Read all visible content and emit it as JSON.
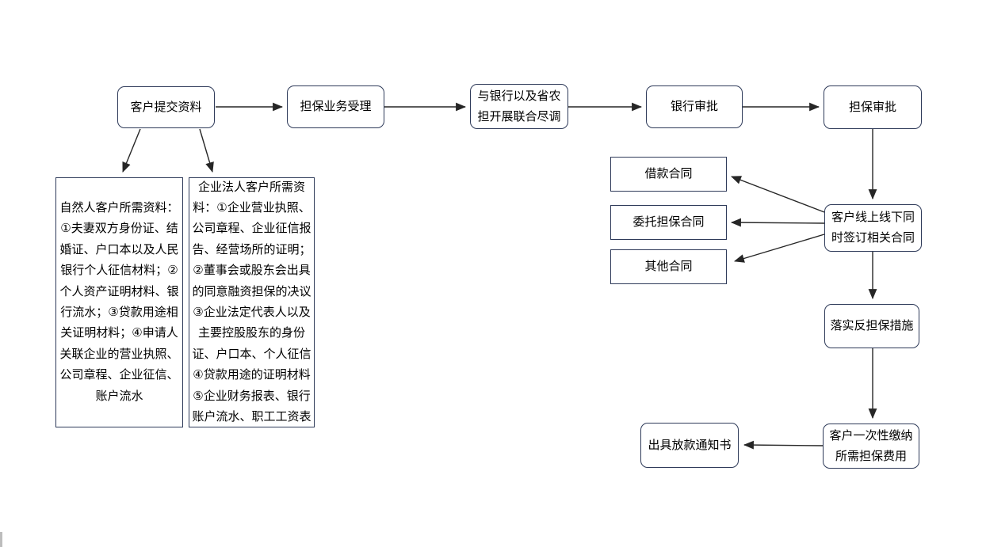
{
  "canvas": {
    "background_color": "#ffffff",
    "node_border_color": "#2e3a59",
    "arrow_color": "#262626",
    "text_color": "#000000"
  },
  "nodes": {
    "submit": {
      "label": "客户提交资料"
    },
    "accept": {
      "label": "担保业务受理"
    },
    "joint_due_diligence": {
      "label": "与银行以及省农\n担开展联合尽调"
    },
    "bank_approval": {
      "label": "银行审批"
    },
    "guarantee_approval": {
      "label": "担保审批"
    },
    "natural_person_materials": {
      "label": "自然人客户所需资料：\n①夫妻双方身份证、结\n婚证、户口本以及人民\n银行个人征信材料；②\n个人资产证明材料、银\n行流水；③贷款用途相\n关证明材料；④申请人\n关联企业的营业执照、\n公司章程、企业征信、\n账户流水"
    },
    "corporate_materials": {
      "label": "企业法人客户所需资\n料：①企业营业执照、\n公司章程、企业征信报\n告、经营场所的证明；\n②董事会或股东会出具\n的同意融资担保的决议\n③企业法定代表人以及\n主要控股股东的身份\n证、户口本、个人征信\n④贷款用途的证明材料\n⑤企业财务报表、银行\n账户流水、职工工资表"
    },
    "loan_contract": {
      "label": "借款合同"
    },
    "entrusted_guarantee_contract": {
      "label": "委托担保合同"
    },
    "other_contract": {
      "label": "其他合同"
    },
    "sign_contracts": {
      "label": "客户线上线下同\n时签订相关合同"
    },
    "counter_guarantee": {
      "label": "落实反担保措施"
    },
    "pay_guarantee_fee": {
      "label": "客户一次性缴纳\n所需担保费用"
    },
    "loan_notice": {
      "label": "出具放款通知书"
    }
  }
}
